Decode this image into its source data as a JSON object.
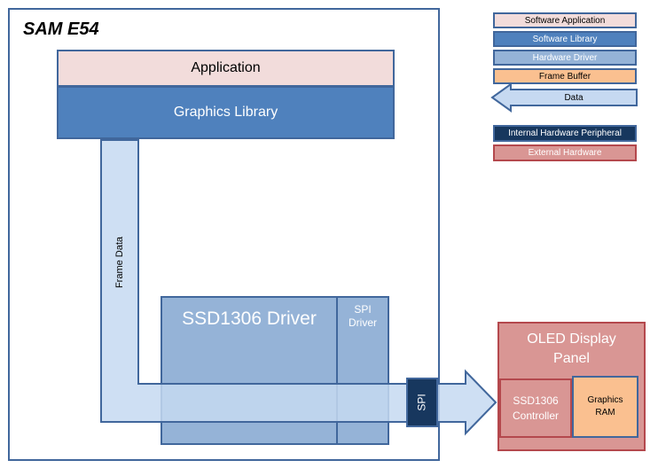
{
  "chip_title": "SAM E54",
  "blocks": {
    "application": "Application",
    "graphics_library": "Graphics Library",
    "driver": "SSD1306 Driver",
    "spi_driver_line1": "SPI",
    "spi_driver_line2": "Driver",
    "spi_peripheral": "SPI",
    "frame_data": "Frame Data"
  },
  "oled": {
    "title_line1": "OLED Display",
    "title_line2": "Panel",
    "controller_line1": "SSD1306",
    "controller_line2": "Controller",
    "ram_line1": "Graphics",
    "ram_line2": "RAM"
  },
  "legend": {
    "software_application": "Software Application",
    "software_library": "Software Library",
    "hardware_driver": "Hardware Driver",
    "frame_buffer": "Frame Buffer",
    "data": "Data",
    "internal_hardware": "Internal Hardware Peripheral",
    "external_hardware": "External Hardware"
  },
  "colors": {
    "software_application": "#f2dcdb",
    "software_library": "#4f81bd",
    "hardware_driver": "#95b3d7",
    "frame_buffer": "#fac090",
    "data": "#c6d9f1",
    "internal_hardware": "#17375e",
    "external_hardware": "#d99694",
    "outline": "#41679c",
    "external_outline": "#b4484d"
  }
}
